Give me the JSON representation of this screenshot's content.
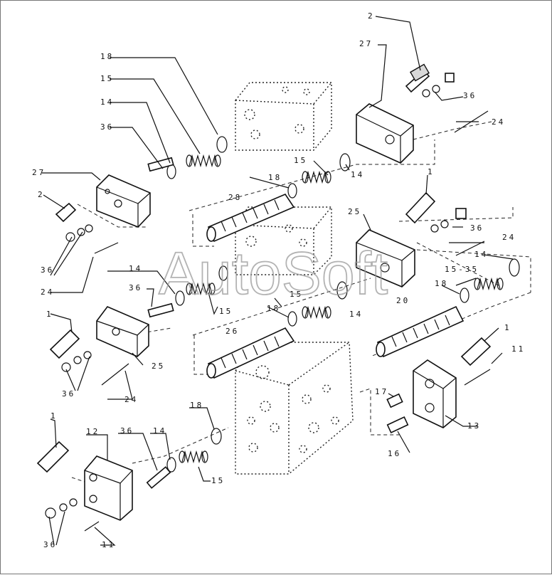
{
  "watermark": "AutoSoft",
  "labels": {
    "l18a": "18",
    "l15a": "15",
    "l14a": "14",
    "l36a": "36",
    "l27a": "27",
    "l2a": "2",
    "l36b": "36",
    "l24a": "24",
    "l2b": "2",
    "l27b": "27",
    "l36c": "36",
    "l24b": "24",
    "l15b": "15",
    "l14b": "14",
    "l18b": "18",
    "l28": "28",
    "l1a": "1",
    "l25a": "25",
    "l36d": "36",
    "l24c": "24",
    "l14c": "14",
    "l15c": "15-35",
    "l14d": "14",
    "l36e": "36",
    "l15d": "15",
    "l18c": "18",
    "l15e": "15",
    "l14e": "14",
    "l18d": "18",
    "l20": "20",
    "l26": "26",
    "l1b": "1",
    "l25b": "25",
    "l36f": "36",
    "l24d": "24",
    "l1c": "1",
    "l11a": "11",
    "l18e": "18",
    "l17": "17",
    "l13": "13",
    "l16": "16",
    "l1d": "1",
    "l12": "12",
    "l36g": "36",
    "l14f": "14",
    "l15f": "15",
    "l36h": "36",
    "l11b": "11"
  }
}
